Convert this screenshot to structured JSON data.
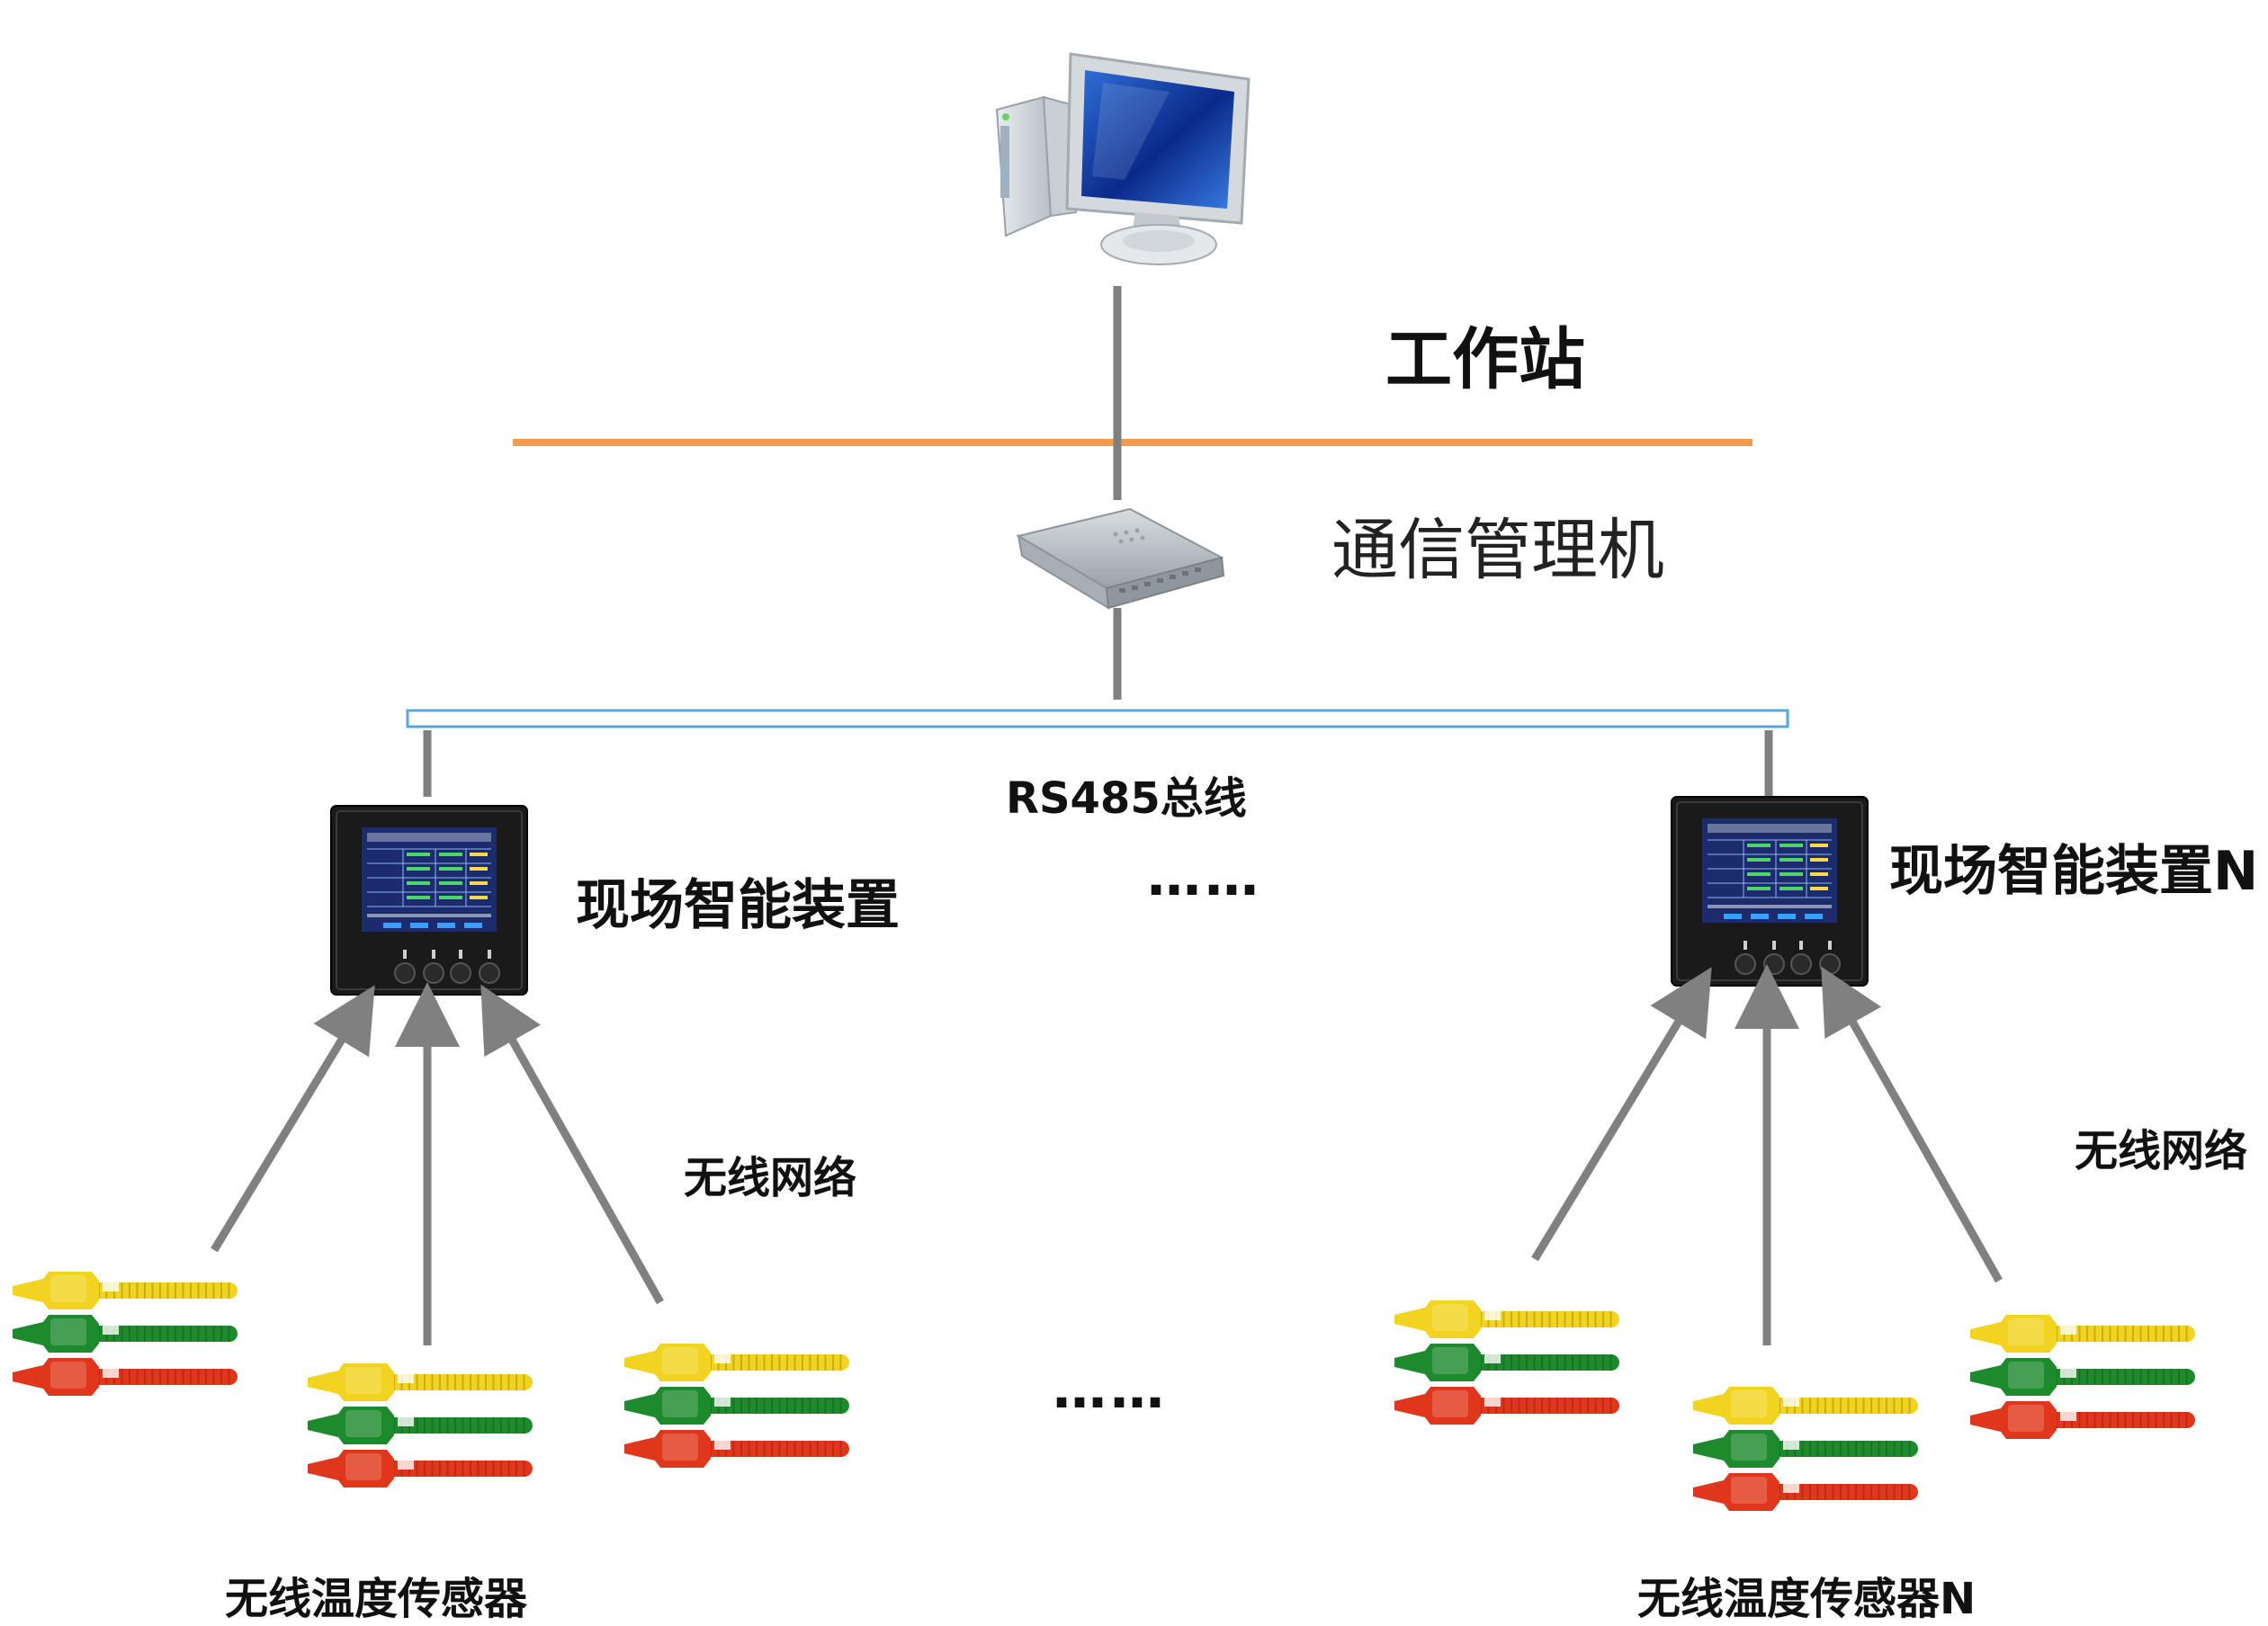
{
  "labels": {
    "workstation": "工作站",
    "comm_manager": "通信管理机",
    "bus": "RS485总线",
    "device_1": "现场智能装置",
    "device_n": "现场智能装置N",
    "wireless_1": "无线网络",
    "wireless_n": "无线网络",
    "sensor_1": "无线温度传感器",
    "sensor_n": "无线温度传感器N",
    "ellipsis_devices": "……",
    "ellipsis_sensors": "……"
  },
  "colors": {
    "orange_line": "#F39A4C",
    "bus_border": "#5AA6D8",
    "connector": "#808080",
    "sensor_yellow": "#F2D320",
    "sensor_green": "#1E8A2E",
    "sensor_red": "#E0371C",
    "device_body": "#1A1A1A",
    "screen": "#1B2B6B"
  },
  "icons": {
    "workstation": "desktop-computer-icon",
    "comm_manager": "router-icon",
    "device": "smart-device-icon",
    "sensor": "temperature-sensor-icon"
  }
}
